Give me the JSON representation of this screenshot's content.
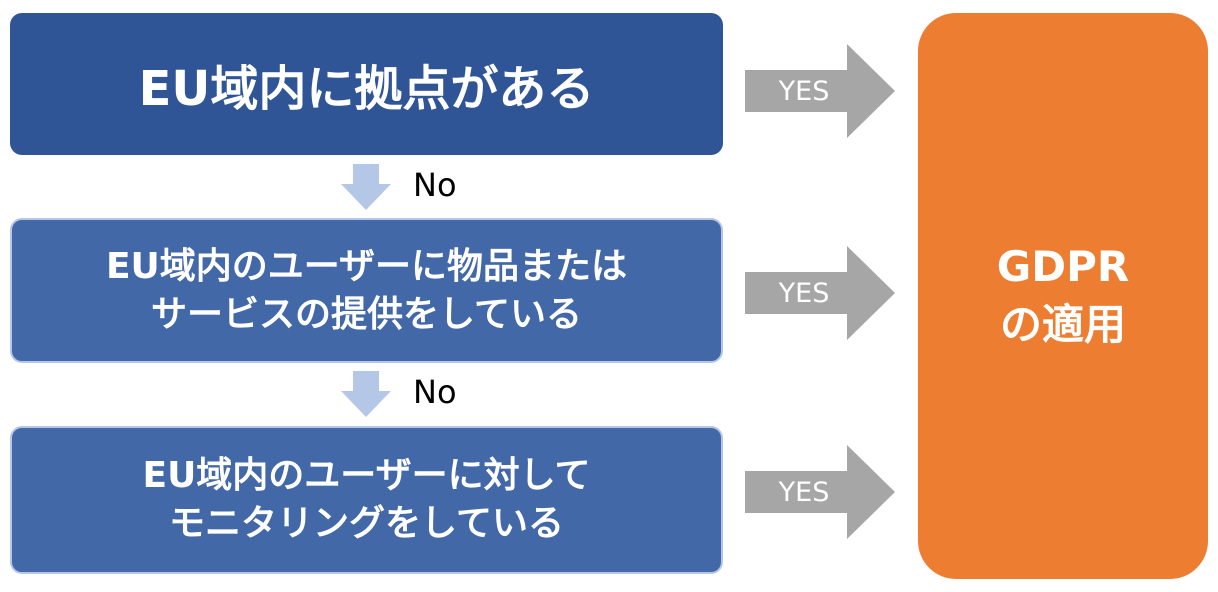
{
  "steps": [
    {
      "lines": [
        "EU域内に拠点がある"
      ]
    },
    {
      "lines": [
        "EU域内のユーザーに物品または",
        "サービスの提供をしている"
      ]
    },
    {
      "lines": [
        "EU域内のユーザーに対して",
        "モニタリングをしている"
      ]
    }
  ],
  "connectors": {
    "no_label": "No",
    "yes_label": "YES"
  },
  "result": {
    "lines": [
      "GDPR",
      "の適用"
    ]
  },
  "colors": {
    "step_primary": "#2f5597",
    "step_secondary": "#4368a8",
    "down_arrow": "#b4c7e7",
    "yes_arrow": "#a6a6a6",
    "result": "#ed7d31"
  }
}
